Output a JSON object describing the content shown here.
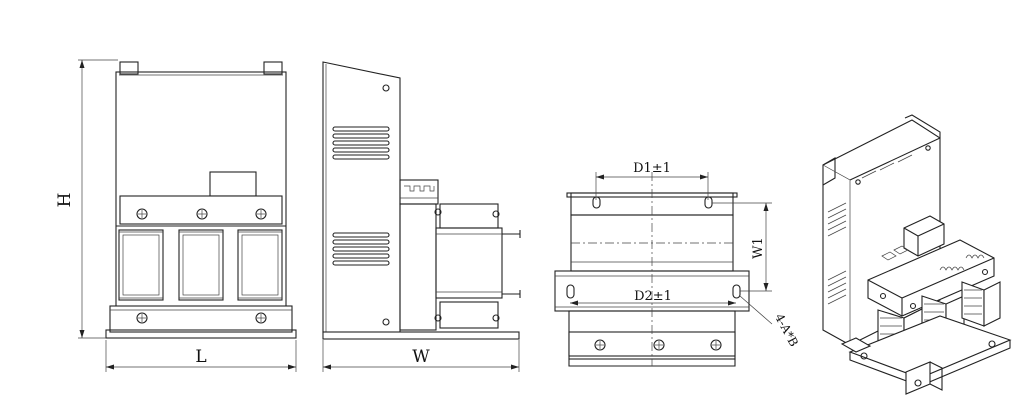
{
  "labels": {
    "height": "H",
    "length": "L",
    "width": "W",
    "d1": "D1±1",
    "d2": "D2±1",
    "w1": "W1",
    "holes": "4-A*B"
  },
  "colors": {
    "line": "#222222",
    "background": "#ffffff"
  }
}
